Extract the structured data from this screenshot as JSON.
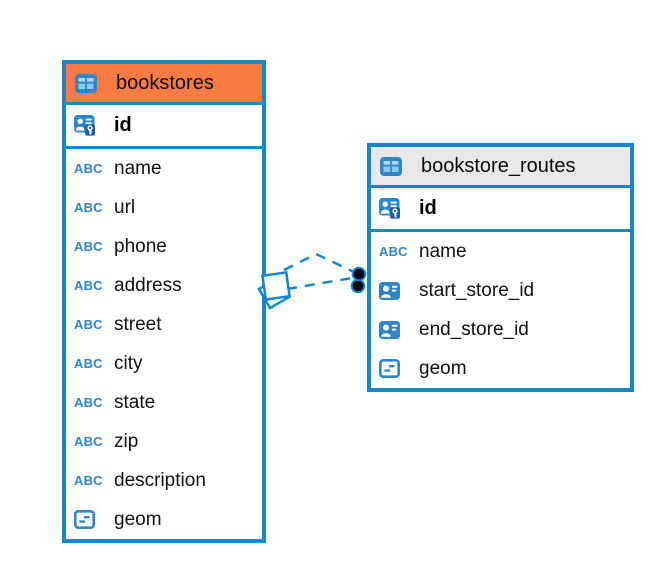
{
  "diagram": {
    "tables": [
      {
        "name": "bookstores",
        "header_style": "orange",
        "header_color": "#f87c44",
        "columns": [
          {
            "name": "id",
            "icon": "primary-key"
          },
          {
            "name": "name",
            "icon": "text"
          },
          {
            "name": "url",
            "icon": "text"
          },
          {
            "name": "phone",
            "icon": "text"
          },
          {
            "name": "address",
            "icon": "text"
          },
          {
            "name": "street",
            "icon": "text"
          },
          {
            "name": "city",
            "icon": "text"
          },
          {
            "name": "state",
            "icon": "text"
          },
          {
            "name": "zip",
            "icon": "text"
          },
          {
            "name": "description",
            "icon": "text"
          },
          {
            "name": "geom",
            "icon": "geometry"
          }
        ]
      },
      {
        "name": "bookstore_routes",
        "header_style": "gray",
        "header_color": "#e8e8e8",
        "columns": [
          {
            "name": "id",
            "icon": "primary-key"
          },
          {
            "name": "name",
            "icon": "text"
          },
          {
            "name": "start_store_id",
            "icon": "foreign-key"
          },
          {
            "name": "end_store_id",
            "icon": "foreign-key"
          },
          {
            "name": "geom",
            "icon": "geometry"
          }
        ]
      }
    ],
    "relationships": [
      {
        "from_table": "bookstore_routes",
        "from_column": "start_store_id",
        "to_table": "bookstores",
        "to_column": "id",
        "style": "dashed"
      },
      {
        "from_table": "bookstore_routes",
        "from_column": "end_store_id",
        "to_table": "bookstores",
        "to_column": "id",
        "style": "dashed"
      }
    ],
    "colors": {
      "accent_blue": "#1287c9",
      "icon_blue": "#2e86c8",
      "key_badge_blue": "#1a5fa8",
      "selected_header_orange": "#f87c44",
      "header_gray": "#e8e8e8",
      "marker_dot": "#000000"
    },
    "icons": {
      "header": "table-icon",
      "primary-key": "primary-key-icon",
      "foreign-key": "foreign-key-icon",
      "text": "text-abc-icon",
      "geometry": "geometry-icon"
    }
  }
}
